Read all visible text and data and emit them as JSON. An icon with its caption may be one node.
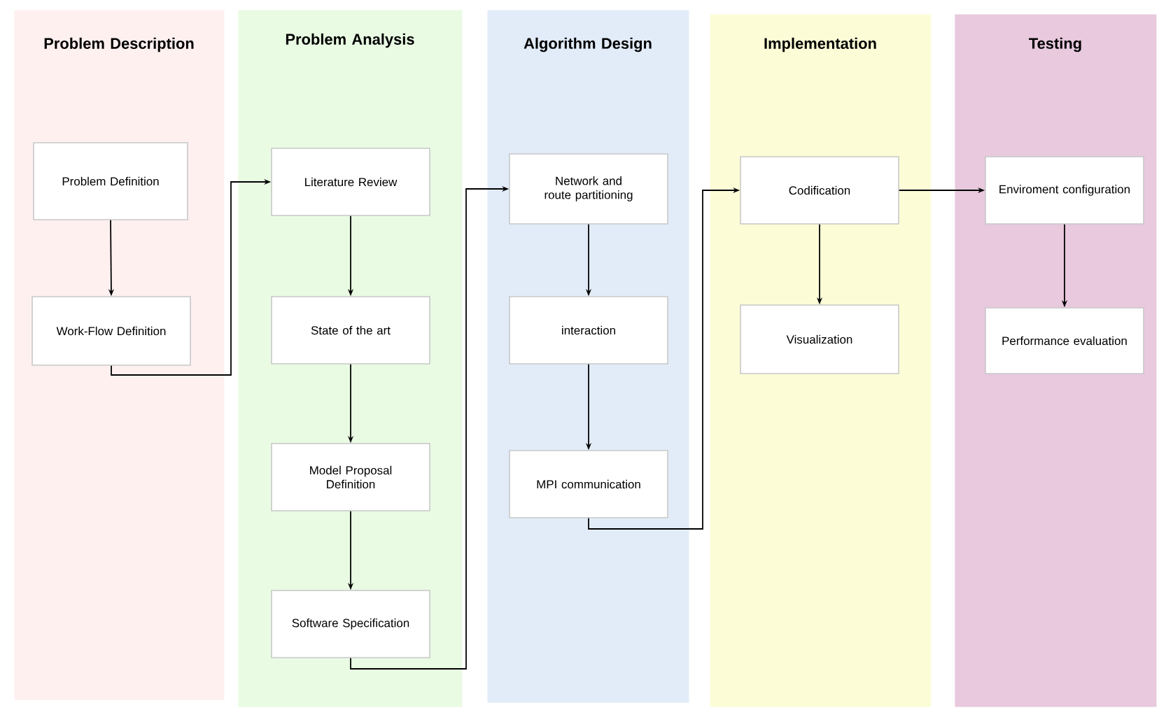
{
  "diagram": {
    "nodes": [
      {
        "text": [
          "Problem Description"
        ]
      },
      {
        "text": [
          "Problem Definition"
        ],
        "in": 0
      },
      {
        "text": [
          "Work-Flow Definition"
        ],
        "in": 0
      },
      {
        "text": [
          "Problem Analysis"
        ]
      },
      {
        "text": [
          "Literature Review"
        ],
        "in": 3
      },
      {
        "text": [
          "State of the art"
        ],
        "in": 3
      },
      {
        "text": [
          "Model Proposal Definition"
        ],
        "in": 3
      },
      {
        "text": [
          "Software Specification"
        ],
        "in": 3
      },
      {
        "text": [
          "Algorithm Design"
        ]
      },
      {
        "text": [
          "Network and route partitioning"
        ],
        "in": 8
      },
      {
        "text": [
          "interaction"
        ],
        "in": 8
      },
      {
        "text": [
          "MPI communication"
        ],
        "in": 8
      },
      {
        "text": [
          "Implementation"
        ]
      },
      {
        "text": [
          "Codification"
        ],
        "in": 12
      },
      {
        "text": [
          "Visualization"
        ],
        "in": 12
      },
      {
        "text": [
          "Testing"
        ]
      },
      {
        "text": [
          "Enviroment configuration"
        ],
        "in": 15
      },
      {
        "text": [
          "Performance evaluation"
        ],
        "in": 15
      }
    ],
    "edges": [
      {
        "from": 1,
        "to": 2,
        "arrow": "to"
      },
      {
        "from": 2,
        "to": 4,
        "arrow": "to"
      },
      {
        "from": 4,
        "to": 5,
        "arrow": "to"
      },
      {
        "from": 5,
        "to": 6,
        "arrow": "to"
      },
      {
        "from": 6,
        "to": 7,
        "arrow": "to"
      },
      {
        "from": 7,
        "to": 9,
        "arrow": "to"
      },
      {
        "from": 9,
        "to": 10,
        "arrow": "to"
      },
      {
        "from": 10,
        "to": 11,
        "arrow": "to"
      },
      {
        "from": 11,
        "to": 13,
        "arrow": "to"
      },
      {
        "from": 13,
        "to": 14,
        "arrow": "to"
      },
      {
        "from": 13,
        "to": 16,
        "arrow": "to"
      },
      {
        "from": 16,
        "to": 17,
        "arrow": "to"
      }
    ]
  }
}
